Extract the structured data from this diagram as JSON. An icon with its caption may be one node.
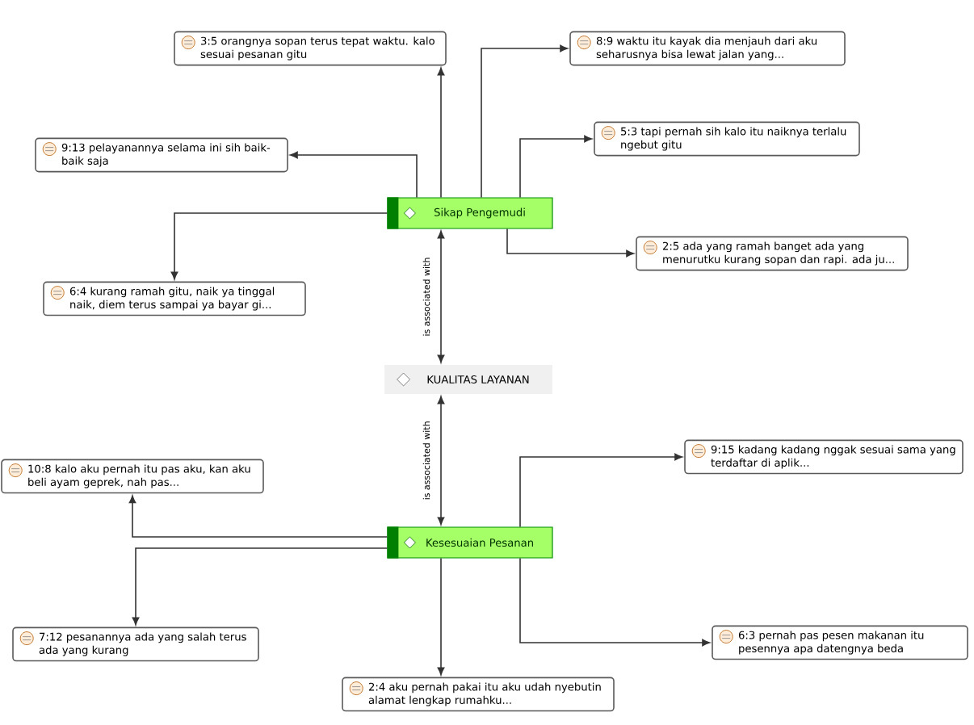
{
  "diagram": {
    "nodes": [
      {
        "text": [
          "3:5 orangnya sopan terus tepat waktu. kalo sesuai pesanan gitu"
        ]
      },
      {
        "text": [
          "8:9 waktu itu kayak dia menjauh dari aku seharusnya bisa lewat jalan yang..."
        ]
      },
      {
        "text": [
          "9:13 pelayanannya selama ini sih baik- baik saja"
        ]
      },
      {
        "text": [
          "5:3 tapi pernah sih kalo itu naiknya terlalu ngebut gitu"
        ]
      },
      {
        "text": [
          "Sikap Pengemudi"
        ]
      },
      {
        "text": [
          "2:5 ada yang ramah banget ada yang menurutku kurang sopan dan rapi. ada ju..."
        ]
      },
      {
        "text": [
          "6:4 kurang ramah gitu, naik ya tinggal naik, diem terus sampai ya bayar gi..."
        ]
      },
      {
        "text": [
          "KUALITAS LAYANAN"
        ]
      },
      {
        "text": [
          "10:8 kalo aku pernah itu pas aku, kan aku beli ayam geprek, nah pas..."
        ]
      },
      {
        "text": [
          "9:15 kadang kadang nggak sesuai sama yang terdaftar di aplik..."
        ]
      },
      {
        "text": [
          "Kesesuaian Pesanan"
        ]
      },
      {
        "text": [
          "7:12 pesanannya ada yang salah terus ada yang kurang"
        ]
      },
      {
        "text": [
          "6:3 pernah pas pesen makanan itu pesennya apa datengnya beda"
        ]
      },
      {
        "text": [
          "2:4 aku pernah pakai itu aku udah nyebutin alamat lengkap rumahku..."
        ]
      }
    ],
    "edges": [
      {
        "from": 4,
        "to": 0,
        "arrow": "to"
      },
      {
        "from": 4,
        "to": 1,
        "arrow": "to"
      },
      {
        "from": 4,
        "to": 2,
        "arrow": "to"
      },
      {
        "from": 4,
        "to": 3,
        "arrow": "to"
      },
      {
        "from": 4,
        "to": 5,
        "arrow": "to"
      },
      {
        "from": 4,
        "to": 6,
        "arrow": "to"
      },
      {
        "from": 4,
        "to": 7,
        "arrow": "both",
        "label": "is associated with"
      },
      {
        "from": 10,
        "to": 7,
        "arrow": "both",
        "label": "is associated with"
      },
      {
        "from": 10,
        "to": 8,
        "arrow": "to"
      },
      {
        "from": 10,
        "to": 9,
        "arrow": "to"
      },
      {
        "from": 10,
        "to": 11,
        "arrow": "to"
      },
      {
        "from": 10,
        "to": 12,
        "arrow": "to"
      },
      {
        "from": 10,
        "to": 13,
        "arrow": "to"
      }
    ]
  }
}
